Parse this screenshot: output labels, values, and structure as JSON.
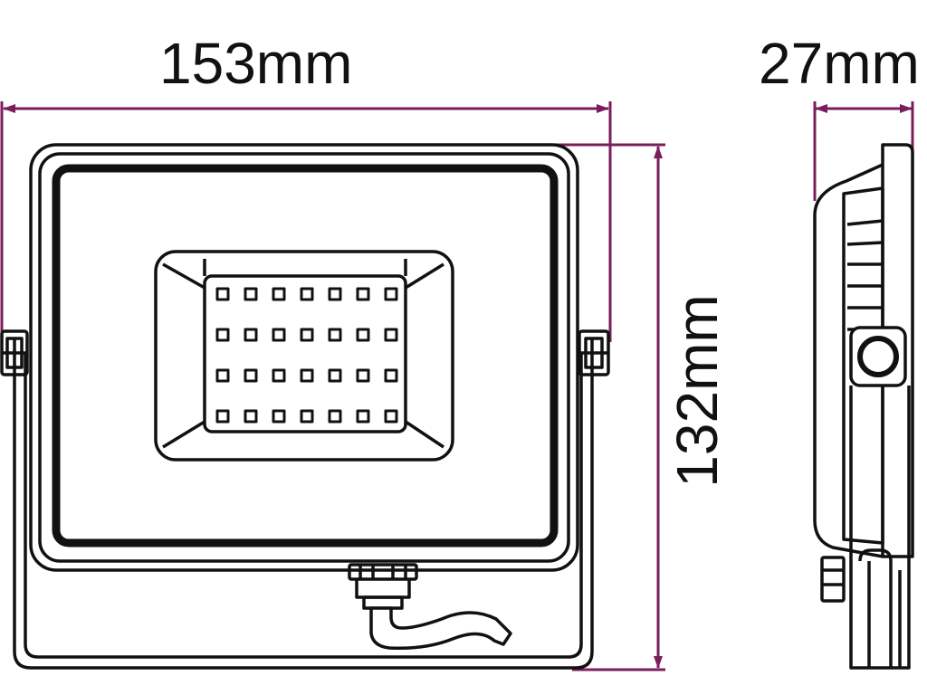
{
  "dimensions": {
    "width_label": "153mm",
    "height_label": "132mm",
    "depth_label": "27mm"
  },
  "led_array": {
    "rows": 4,
    "cols": 7
  },
  "colors": {
    "dimension_line": "#7a1f5c",
    "outline": "#111111",
    "background": "#ffffff"
  }
}
